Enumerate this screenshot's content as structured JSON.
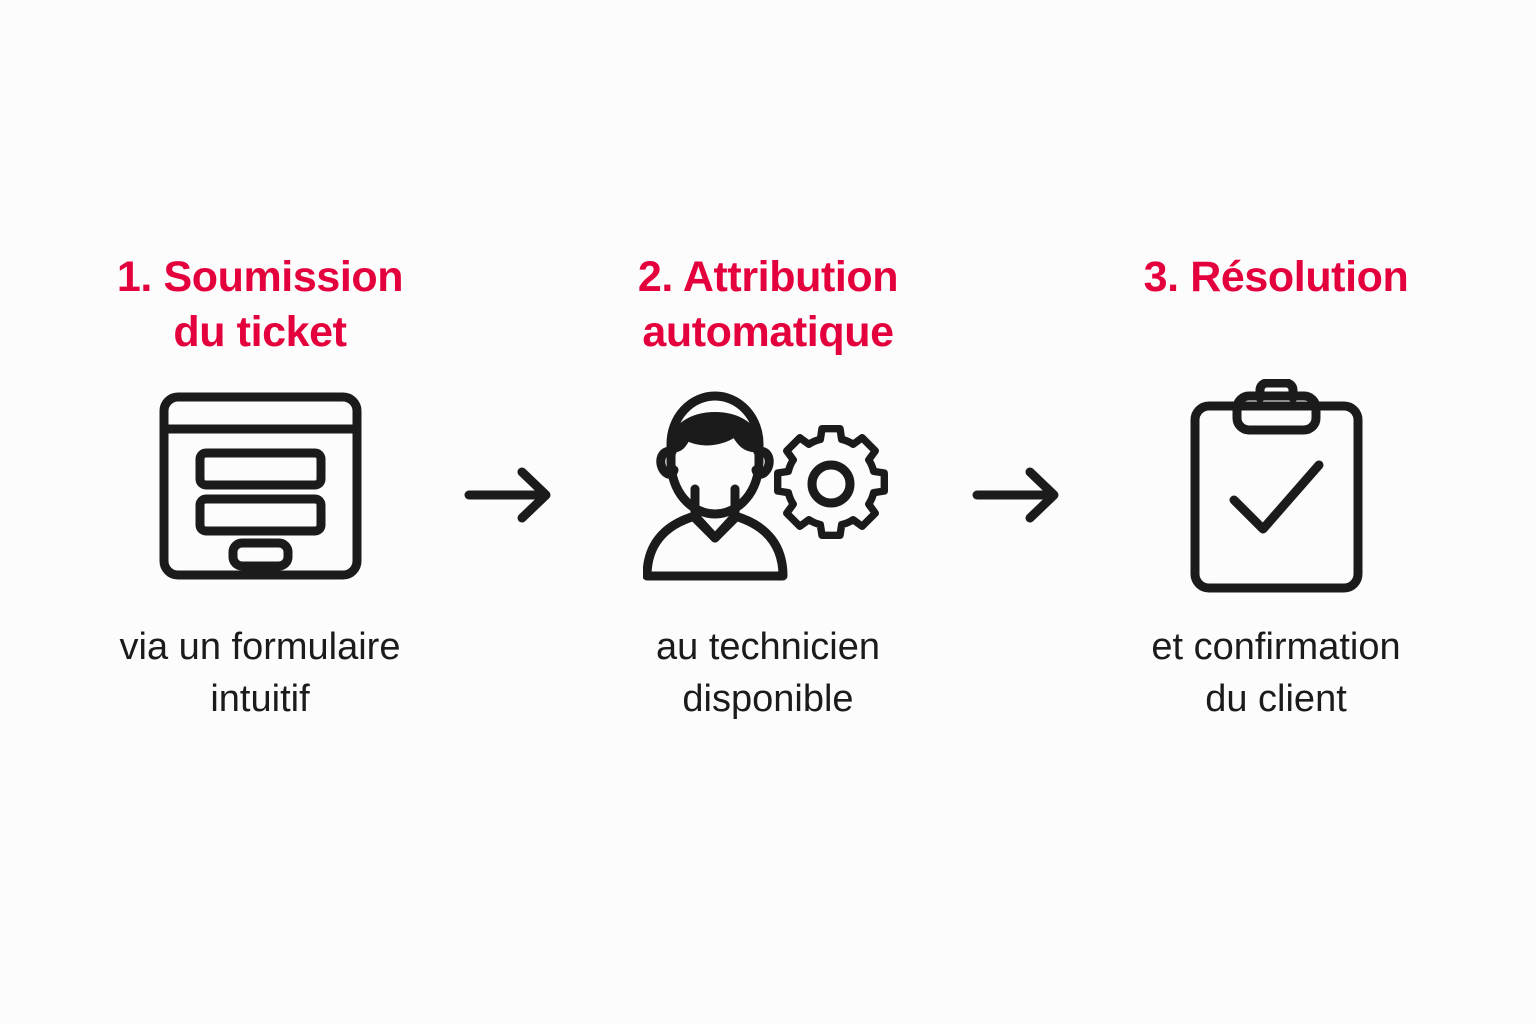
{
  "page": {
    "background_color": "#fcfcfc",
    "accent_color": "#e4003c",
    "text_color": "#1b1b1b",
    "layout": "horizontal 3-step process flow with arrows"
  },
  "steps": [
    {
      "title": "1. Soumission\ndu ticket",
      "icon": "form-window-icon",
      "caption": "via un formulaire\nintuitif"
    },
    {
      "title": "2. Attribution\nautomatique",
      "icon": "technician-gear-icon",
      "caption": "au technicien\ndisponible"
    },
    {
      "title": "3. Résolution",
      "icon": "clipboard-check-icon",
      "caption": "et confirmation\ndu client"
    }
  ],
  "arrows": [
    {
      "name": "arrow-right-icon"
    },
    {
      "name": "arrow-right-icon"
    }
  ]
}
